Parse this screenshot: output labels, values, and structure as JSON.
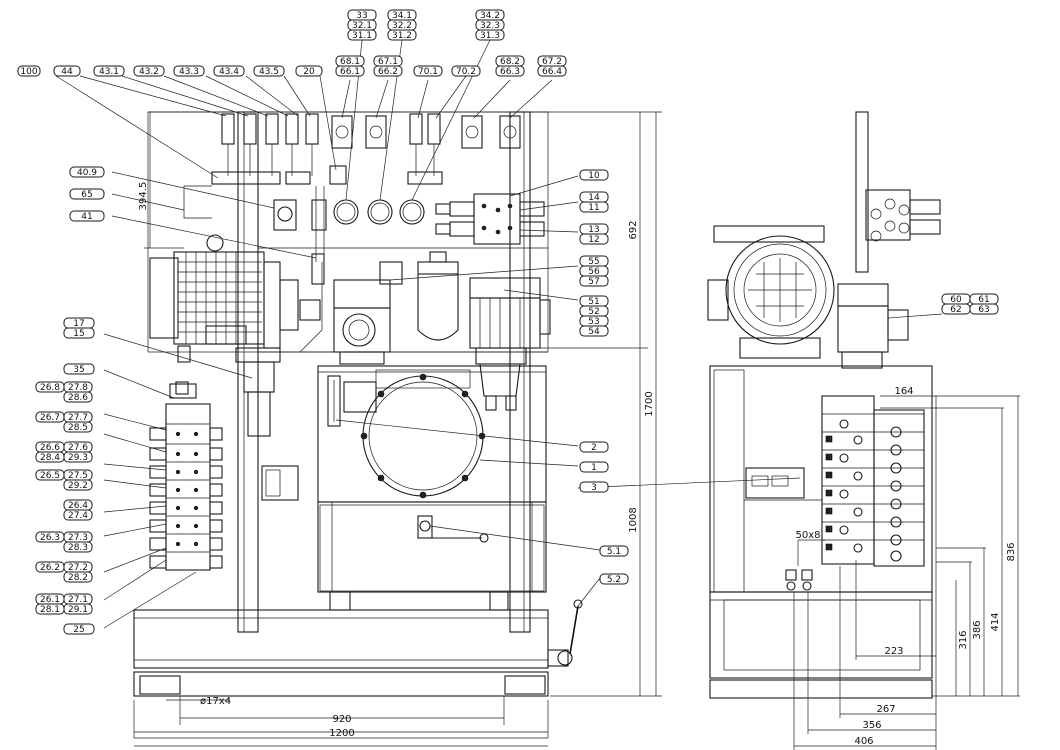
{
  "callouts": {
    "c100": "100",
    "c44": "44",
    "c43_1": "43.1",
    "c43_2": "43.2",
    "c43_3": "43.3",
    "c43_4": "43.4",
    "c43_5": "43.5",
    "c20": "20",
    "c68_1": "68.1",
    "c66_1": "66.1",
    "c67_1": "67.1",
    "c66_2": "66.2",
    "c70_1": "70.1",
    "c70_2": "70.2",
    "c68_2": "68.2",
    "c66_3": "66.3",
    "c67_2": "67.2",
    "c66_4": "66.4",
    "c33": "33",
    "c32_1": "32.1",
    "c31_1": "31.1",
    "c34_1": "34.1",
    "c32_2": "32.2",
    "c31_2": "31.2",
    "c34_2": "34.2",
    "c32_3": "32.3",
    "c31_3": "31.3",
    "c40_9": "40.9",
    "c65": "65",
    "c41": "41",
    "c17": "17",
    "c15": "15",
    "c35": "35",
    "c26_8": "26.8",
    "c27_8": "27.8",
    "c28_6": "28.6",
    "c26_7": "26.7",
    "c27_7": "27.7",
    "c28_5": "28.5",
    "c26_6": "26.6",
    "c27_6": "27.6",
    "c28_4": "28.4",
    "c29_3": "29.3",
    "c26_5": "26.5",
    "c27_5": "27.5",
    "c29_2": "29.2",
    "c26_4": "26.4",
    "c27_4": "27.4",
    "c26_3": "26.3",
    "c27_3": "27.3",
    "c28_3": "28.3",
    "c26_2": "26.2",
    "c27_2": "27.2",
    "c28_2": "28.2",
    "c26_1": "26.1",
    "c27_1": "27.1",
    "c28_1": "28.1",
    "c29_1": "29.1",
    "c25": "25",
    "c10": "10",
    "c14": "14",
    "c11": "11",
    "c13": "13",
    "c12": "12",
    "c55": "55",
    "c56": "56",
    "c57": "57",
    "c51": "51",
    "c52": "52",
    "c53": "53",
    "c54": "54",
    "c2": "2",
    "c1": "1",
    "c3": "3",
    "c5_1": "5.1",
    "c5_2": "5.2",
    "c60": "60",
    "c61": "61",
    "c62": "62",
    "c63": "63"
  },
  "dimensions": {
    "d394_5": "394.5",
    "d692": "692",
    "d1700": "1700",
    "d1008": "1008",
    "d17x4": "ø17x4",
    "d920": "920",
    "d1200": "1200",
    "d164": "164",
    "d50x8": "50x8",
    "d836": "836",
    "d414": "414",
    "d386": "386",
    "d316": "316",
    "d223": "223",
    "d267": "267",
    "d356": "356",
    "d406": "406"
  }
}
